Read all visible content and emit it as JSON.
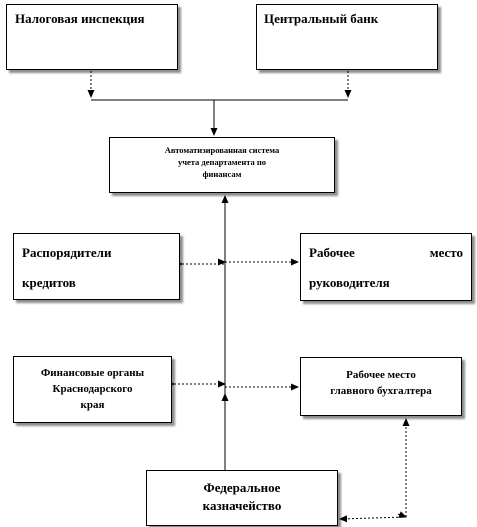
{
  "boxes": {
    "tax_inspection": "Налоговая инспекция",
    "central_bank": "Центральный  банк",
    "automated_system": [
      "Автоматизированная  система",
      "учета  департамента  по",
      "финансам"
    ],
    "credit_managers": [
      "Распорядители",
      "кредитов"
    ],
    "manager_workplace": [
      "Рабочее",
      "место",
      "руководителя"
    ],
    "financial_bodies": [
      "Финансовые органы",
      "Краснодарского",
      "края"
    ],
    "chief_accountant_workplace": [
      "Рабочее место",
      "главного бухгалтера"
    ],
    "federal_treasury": [
      "Федеральное",
      "казначейство"
    ]
  },
  "colors": {
    "line": "#000000",
    "border": "#000000",
    "background": "#ffffff"
  }
}
